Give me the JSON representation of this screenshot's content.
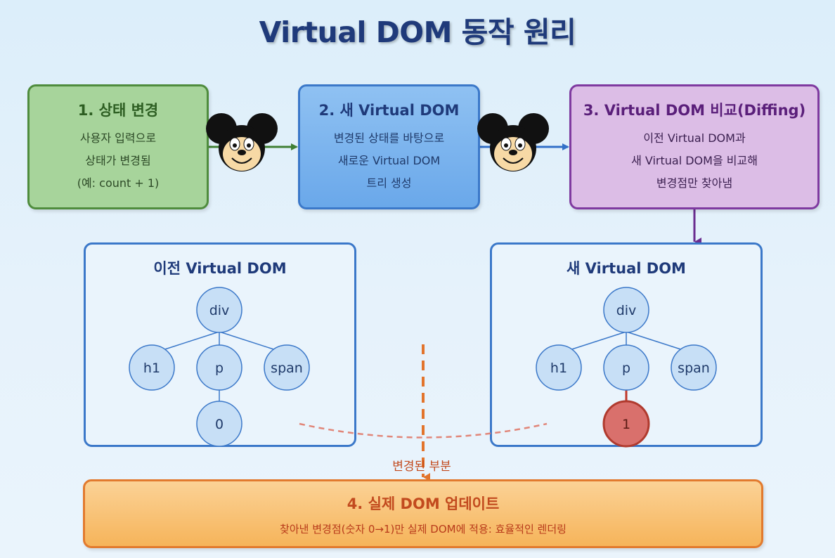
{
  "title": "Virtual DOM 동작 원리",
  "steps": [
    {
      "heading": "1. 상태 변경",
      "lines": [
        "사용자 입력으로",
        "상태가 변경됨",
        "(예: count + 1)"
      ]
    },
    {
      "heading": "2. 새 Virtual DOM",
      "lines": [
        "변경된 상태를 바탕으로",
        "새로운 Virtual DOM",
        "트리 생성"
      ]
    },
    {
      "heading": "3. Virtual DOM 비교(Diffing)",
      "lines": [
        "이전 Virtual DOM과",
        "새 Virtual DOM을 비교해",
        "변경점만 찾아냄"
      ]
    }
  ],
  "old_tree": {
    "title": "이전 Virtual DOM",
    "root": "div",
    "children": [
      "h1",
      "p",
      "span"
    ],
    "leaf": "0"
  },
  "new_tree": {
    "title": "새 Virtual DOM",
    "root": "div",
    "children": [
      "h1",
      "p",
      "span"
    ],
    "leaf": "1"
  },
  "changed_label": "변경된 부분",
  "update": {
    "heading": "4. 실제 DOM 업데이트",
    "description": "찾아낸 변경점(숫자 0→1)만 실제 DOM에 적용: 효율적인 렌더링"
  },
  "colors": {
    "step1": "#a7d49b",
    "step2": "#7ab4ee",
    "step3": "#dcbde6",
    "step4": "#f6b45a",
    "node": "#c7dff6",
    "node_changed": "#d9706c",
    "arrow_green": "#3f7f33",
    "arrow_blue": "#3270c8",
    "arrow_purple": "#6a2d8f",
    "dash_orange": "#e2742c"
  },
  "icons": [
    "mouse-face-icon",
    "mouse-face-icon"
  ]
}
